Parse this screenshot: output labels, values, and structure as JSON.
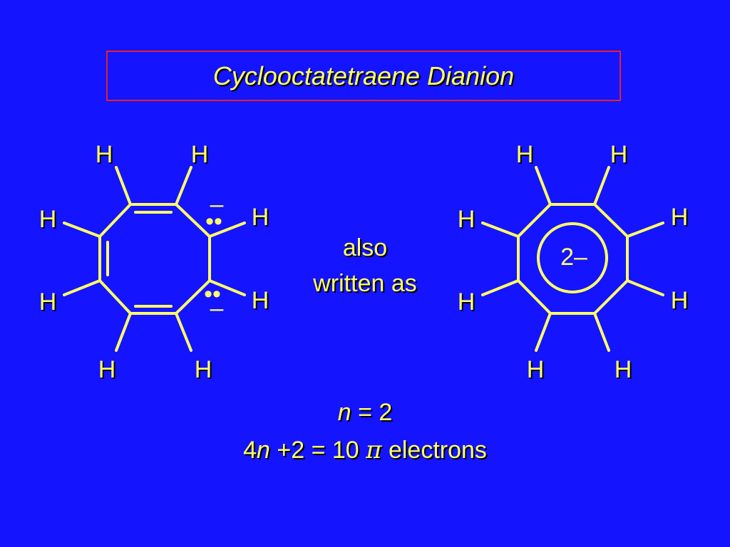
{
  "slide": {
    "title": "Cyclooctatetraene Dianion",
    "middle_line1": "also",
    "middle_line2": "written as",
    "equation1": {
      "var": "n",
      "rest": " = 2"
    },
    "equation2": {
      "coef": "4",
      "var": "n",
      "mid": " +2 = 10 ",
      "pi": "π",
      "tail": " electrons"
    }
  },
  "left_structure": {
    "atom_label": "H",
    "lone_pair_symbol": "••",
    "charge_symbol": "–"
  },
  "right_structure": {
    "atom_label": "H",
    "ring_charge": "2–"
  },
  "colors": {
    "background": "#1414ff",
    "foreground": "#ffff66",
    "title_border": "#e8202a"
  }
}
